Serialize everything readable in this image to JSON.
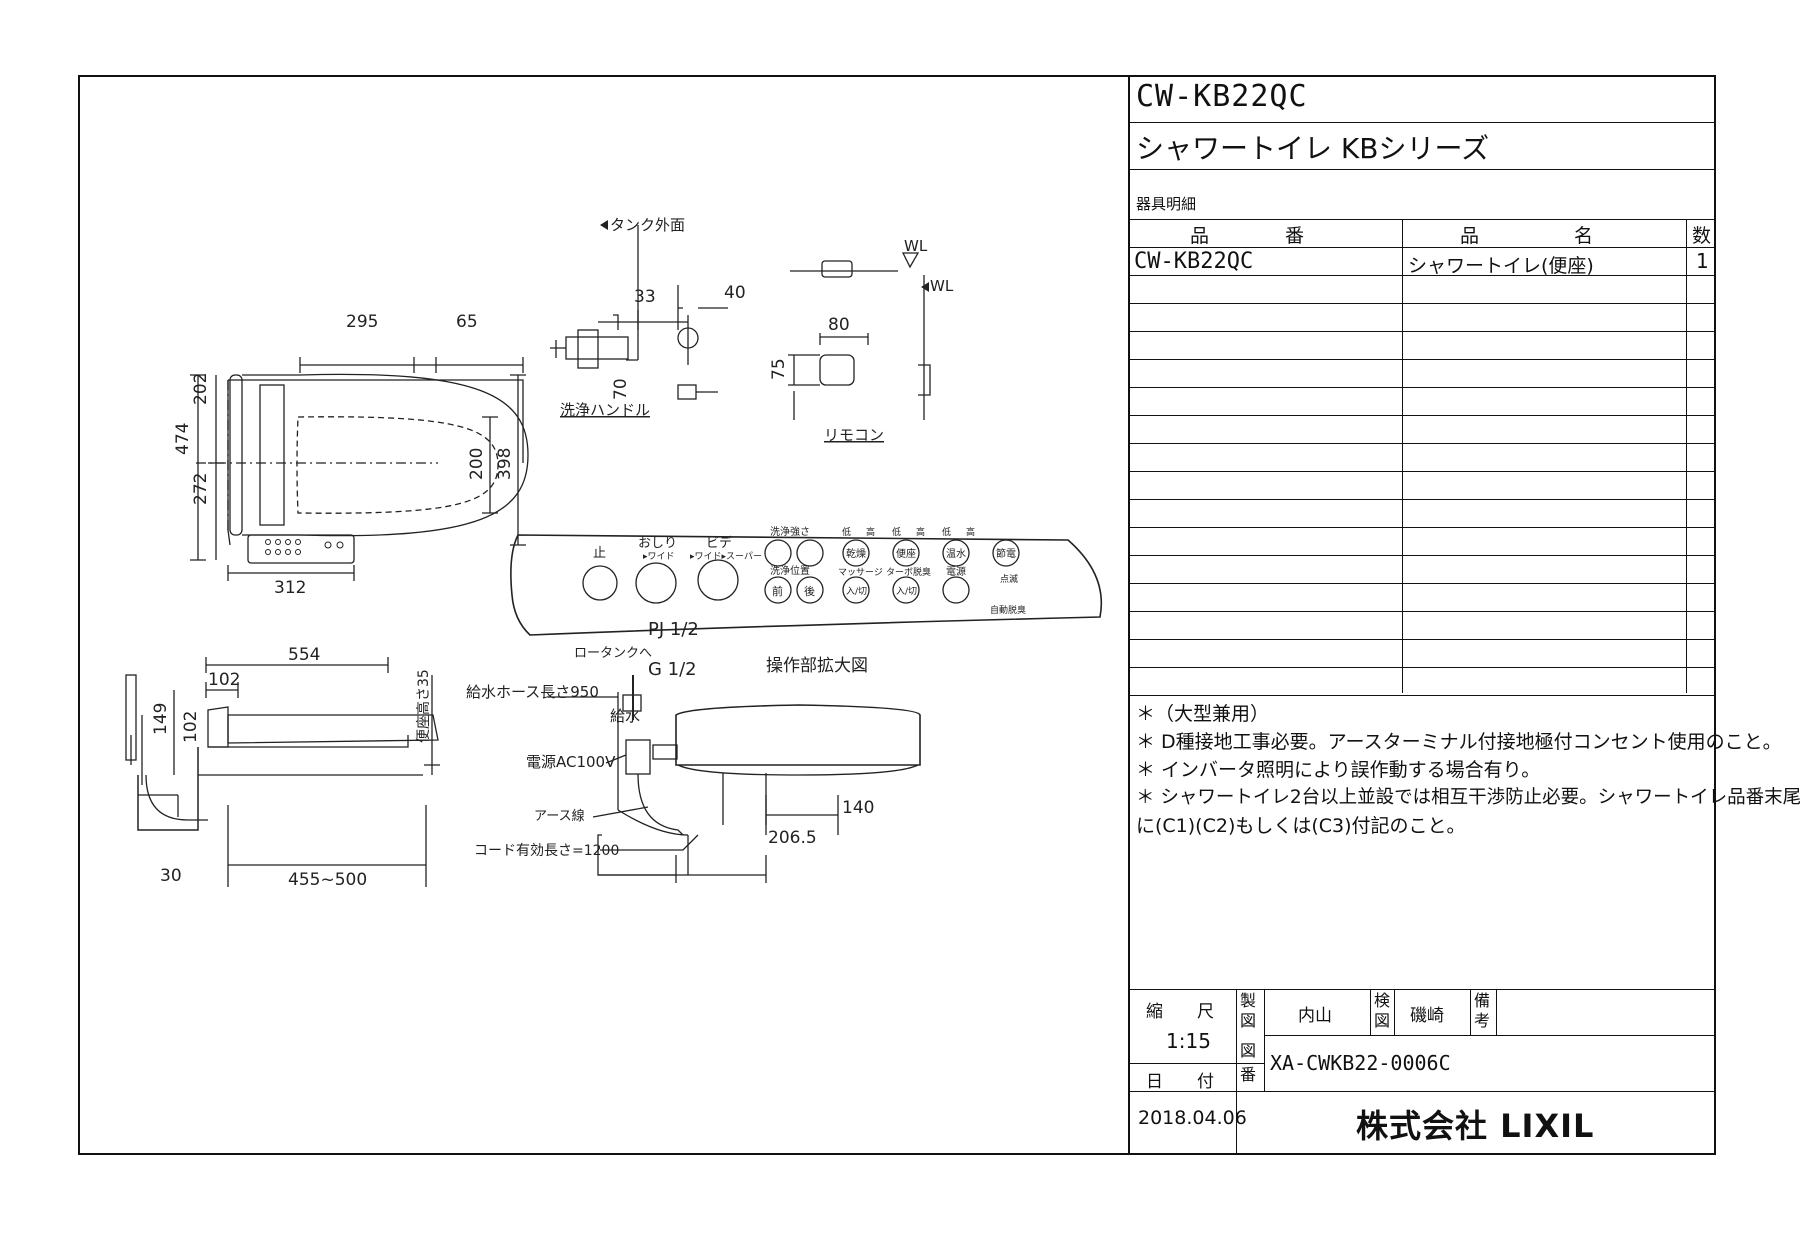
{
  "title_block": {
    "model": "CW-KB22QC",
    "product_name": "シャワートイレ KBシリーズ",
    "parts_header": "器具明細",
    "col_part_no": "品　　　　番",
    "col_part_name": "品　　　　　名",
    "col_qty": "数",
    "rows": [
      {
        "part_no": "CW-KB22QC",
        "name": "シャワートイレ(便座)",
        "qty": "1"
      }
    ],
    "notes": [
      "＊（大型兼用）",
      "＊ D種接地工事必要。アースターミナル付接地極付コンセント使用のこと。",
      "＊ インバータ照明により誤作動する場合有り。",
      "＊ シャワートイレ2台以上並設では相互干渉防止必要。シャワートイレ品番末尾",
      "に(C1)(C2)もしくは(C3)付記のこと。"
    ],
    "scale_label": "縮　　尺",
    "scale_value": "1:15",
    "date_label": "日　　付",
    "date_value": "2018.04.06",
    "seiz_label": "製図",
    "seiz_name": "内山",
    "kenz_label": "検図",
    "kenz_name": "磯崎",
    "biko_label": "備考",
    "zuban_label": "図番",
    "zuban_value": "XA-CWKB22-0006C",
    "company": "株式会社 LIXIL"
  },
  "drawing": {
    "dims": {
      "d295": "295",
      "d65": "65",
      "d202": "202",
      "d272": "272",
      "d474": "474",
      "d200": "200",
      "d398": "398",
      "d312": "312",
      "d33": "33",
      "d40": "40",
      "d70": "70",
      "d80": "80",
      "d75": "75",
      "d554": "554",
      "d102a": "102",
      "d149": "149",
      "d102b": "102",
      "d30": "30",
      "d455": "455~500",
      "d35": "便座高さ35",
      "d140": "140",
      "d2065": "206.5"
    },
    "labels": {
      "tank_face": "タンク外面",
      "wl1": "WL",
      "wl2": "WL",
      "flush_handle": "洗浄ハンドル",
      "remote": "リモコン",
      "panel_title": "操作部拡大図",
      "pj": "PJ 1/2",
      "to_tank": "ロータンクへ",
      "g12": "G 1/2",
      "hose": "給水ホース長さ950",
      "supply": "給水",
      "power": "電源AC100V",
      "earth": "アース線",
      "cord": "コード有効長さ=1200"
    },
    "panel_buttons": {
      "stop": "止",
      "oshiri": "おしり",
      "oshiri_sub": "▸ワイド",
      "bidet": "ビデ",
      "bidet_sub": "▸ワイド▸スーパー",
      "wash_strength": "洗浄強さ",
      "wash_pos": "洗浄位置",
      "front": "前",
      "back": "後",
      "low_high": [
        "低",
        "高",
        "低",
        "高",
        "低",
        "高"
      ],
      "dry": "乾燥",
      "seat": "便座",
      "warm_water": "温水",
      "save": "節電",
      "massage": "マッサージ",
      "onoff1": "入/切",
      "turbo": "ターボ脱臭",
      "onoff2": "入/切",
      "power": "電源",
      "seiketsu": "点滅",
      "auto": "自動脱臭"
    }
  }
}
